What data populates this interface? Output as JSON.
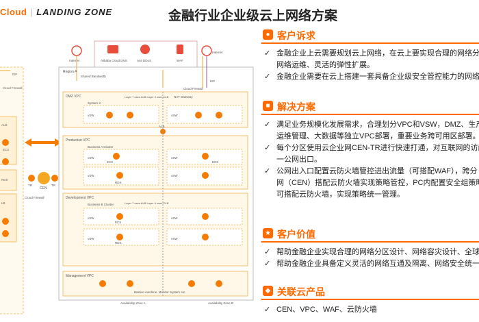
{
  "brand": {
    "cloud": "Cloud",
    "landing_zone": "LANDING ZONE"
  },
  "title": "金融行业企业级云上网络方案",
  "diagram": {
    "top_nodes": {
      "internet_left": "Internet",
      "dns": "Alibaba Cloud DNS",
      "ddos": "Anti DDoS",
      "waf": "WAF",
      "internet_right": "Internet"
    },
    "eip": "EIP",
    "cloud_firewall": "Cloud Firewall",
    "region": "Region A",
    "shared_bandwidth": "Shared Bandwidth",
    "alb_note": "Layer 7 uses ALB\nLayer 4 uses CLB",
    "nat_gateway": "NAT Gateway",
    "dmz_vpc": "DMZ VPC",
    "system_x": "System X",
    "vsw": "vSW",
    "alb": "ALB",
    "clb": "CLB",
    "production_vpc": "Production VPC",
    "business_a": "Business A Cluster",
    "ecs": "ECS",
    "rds": "RDS",
    "development_vpc": "Development VPC",
    "business_b": "Business B Cluster",
    "management_vpc": "Management VPC",
    "bastion": "Bastion machine, Monitor System etc.",
    "az_a": "Availability Zone A",
    "az_b": "Availability Zone B",
    "tr": "TR",
    "cen": "CEN",
    "left_labels": {
      "alb": "ALB",
      "lb": "LB",
      "ecs": "ECS",
      "rds": "RDS"
    }
  },
  "sections": [
    {
      "icon": "user-icon",
      "title": "客户诉求",
      "items": [
        {
          "lines": [
            "金融企业上云需要规划云上网络，在云上要实现合理的网络分",
            "网络运维、灵活的弹性扩展。"
          ]
        },
        {
          "lines": [
            "金融企业需要在云上搭建一套具备企业级安全管控能力的网络架"
          ]
        }
      ]
    },
    {
      "icon": "doc-icon",
      "title": "解决方案",
      "items": [
        {
          "lines": [
            "满足业务规模化发展需求，合理划分VPC和VSW，DMZ、生产",
            "运维管理、大数据等独立VPC部署，重要业务跨可用区部署。"
          ]
        },
        {
          "lines": [
            "每个分区使用云企业网CEN-TR进行快速打通，对互联网的访问",
            "一公网出口。"
          ]
        },
        {
          "lines": [
            "公网出入口配置云防火墙管控进出流量（可搭配WAF），跨分",
            "网（CEN）搭配云防火墙实现策略管控，PC内配置安全组策略",
            "可搭配云防火墙，实现策略统一管理。"
          ]
        }
      ]
    },
    {
      "icon": "value-icon",
      "title": "客户价值",
      "items": [
        {
          "lines": [
            "帮助金融企业实现合理的网络分区设计、网络容灾设计、全球"
          ]
        },
        {
          "lines": [
            "帮助金融企业具备定义灵活的网络互通及隔离、网络安全统一"
          ]
        }
      ]
    },
    {
      "icon": "product-icon",
      "title": "关联云产品",
      "items": [
        {
          "lines": [
            "CEN、VPC、WAF、云防火墙"
          ]
        }
      ]
    }
  ],
  "colors": {
    "accent": "#ff6a00",
    "vpc_fill": "#fff8e8",
    "line_orange": "#f5a623",
    "line_purple": "#9b59b6"
  }
}
